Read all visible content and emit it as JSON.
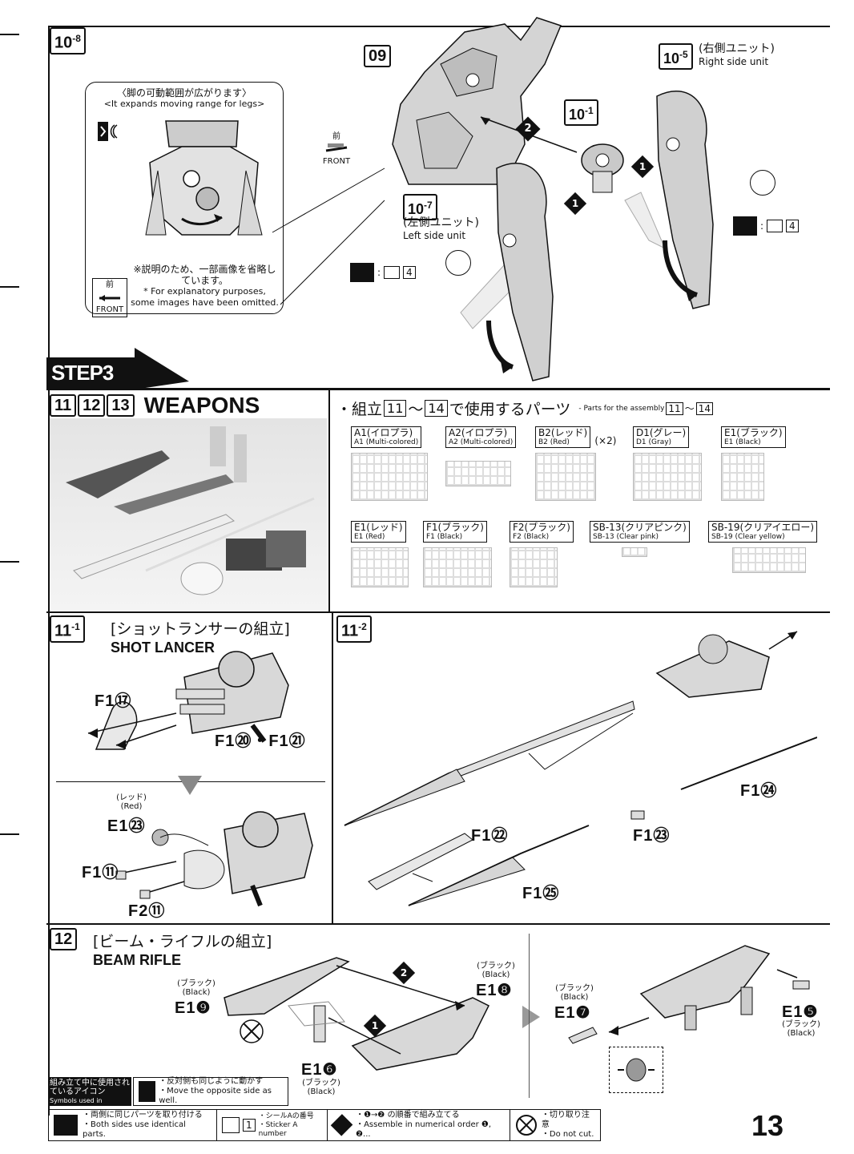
{
  "page_number": "13",
  "step_10_8": {
    "tag": "10",
    "tag_sub": "-8",
    "callout": {
      "title_jp": "〈脚の可動範囲が広がります〉",
      "title_en": "<It expands moving range for legs>",
      "note_jp": "※説明のため、一部画像を省略しています。",
      "note_en": "* For explanatory purposes, some images have been omitted.",
      "front_jp": "前",
      "front_en": "FRONT"
    },
    "tag_09": "09",
    "tag_10_1": "10",
    "tag_10_1_sub": "-1",
    "tag_10_5": "10",
    "tag_10_5_sub": "-5",
    "right_unit_jp": "(右側ユニット)",
    "right_unit_en": "Right side unit",
    "tag_10_7": "10",
    "tag_10_7_sub": "-7",
    "left_unit_jp": "(左側ユニット)",
    "left_unit_en": "Left side unit",
    "front_jp": "前",
    "front_en": "FRONT",
    "sticker_num": "4",
    "order_1": "1",
    "order_2": "2"
  },
  "step3": {
    "banner": "STEP3",
    "tags": [
      "11",
      "12",
      "13"
    ],
    "title": "WEAPONS",
    "parts_heading_jp": "・組立",
    "parts_heading_from": "11",
    "parts_heading_mid": "～",
    "parts_heading_to": "14",
    "parts_heading_tail": "で使用するパーツ",
    "parts_heading_en": "- Parts for the assembly",
    "parts_row1": [
      {
        "jp": "A1(イロプラ)",
        "en": "A1 (Multi-colored)",
        "extra": ""
      },
      {
        "jp": "A2(イロプラ)",
        "en": "A2 (Multi-colored)",
        "extra": ""
      },
      {
        "jp": "B2(レッド)",
        "en": "B2 (Red)",
        "extra": "(×2)"
      },
      {
        "jp": "D1(グレー)",
        "en": "D1 (Gray)",
        "extra": ""
      },
      {
        "jp": "E1(ブラック)",
        "en": "E1 (Black)",
        "extra": ""
      }
    ],
    "parts_row2": [
      {
        "jp": "E1(レッド)",
        "en": "E1 (Red)"
      },
      {
        "jp": "F1(ブラック)",
        "en": "F1 (Black)"
      },
      {
        "jp": "F2(ブラック)",
        "en": "F2 (Black)"
      },
      {
        "jp": "SB-13(クリアピンク)",
        "en": "SB-13 (Clear pink)"
      },
      {
        "jp": "SB-19(クリアイエロー)",
        "en": "SB-19 (Clear yellow)"
      }
    ]
  },
  "step_11_1": {
    "tag": "11",
    "tag_sub": "-1",
    "title_jp": "[ショットランサーの組立]",
    "title_en": "SHOT LANCER",
    "parts": {
      "f1_17": "F1⑰",
      "f1_20_21": "F1⑳・F1㉑",
      "e1_23_color_jp": "(レッド)",
      "e1_23_color_en": "(Red)",
      "e1_23": "E1㉓",
      "f1_11": "F1⑪",
      "f2_11": "F2⑪"
    }
  },
  "step_11_2": {
    "tag": "11",
    "tag_sub": "-2",
    "parts": {
      "f1_24": "F1㉔",
      "f1_22": "F1㉒",
      "f1_23": "F1㉓",
      "f1_25": "F1㉕"
    }
  },
  "step_12": {
    "tag": "12",
    "title_jp": "[ビーム・ライフルの組立]",
    "title_en": "BEAM RIFLE",
    "parts": {
      "e1_9": "E1❾",
      "e1_9_color_jp": "(ブラック)",
      "e1_9_color_en": "(Black)",
      "e1_8": "E1❽",
      "e1_8_color_jp": "(ブラック)",
      "e1_8_color_en": "(Black)",
      "e1_6": "E1❻",
      "e1_6_color_jp": "(ブラック)",
      "e1_6_color_en": "(Black)",
      "e1_7": "E1❼",
      "e1_7_color_jp": "(ブラック)",
      "e1_7_color_en": "(Black)",
      "e1_5": "E1❺",
      "e1_5_color_jp": "(ブラック)",
      "e1_5_color_en": "(Black)"
    },
    "order_1": "1",
    "order_2": "2"
  },
  "legend": {
    "heading_jp": "組み立て中に使用されているアイコン",
    "heading_en": "Symbols used in instructions",
    "move_opposite_jp": "・反対側も同じように動かす",
    "move_opposite_en": "・Move the opposite side as well.",
    "both_sides_jp": "・両側に同じパーツを取り付ける",
    "both_sides_en": "・Both sides use identical parts.",
    "sticker_num": "1",
    "sticker_jp": "・シールAの番号",
    "sticker_en": "・Sticker A number",
    "order_jp": "・❶→❷ の順番で組み立てる",
    "order_en": "・Assemble in numerical order ❶, ❷...",
    "cut_jp": "・切り取り注意",
    "cut_en": "・Do not cut."
  }
}
